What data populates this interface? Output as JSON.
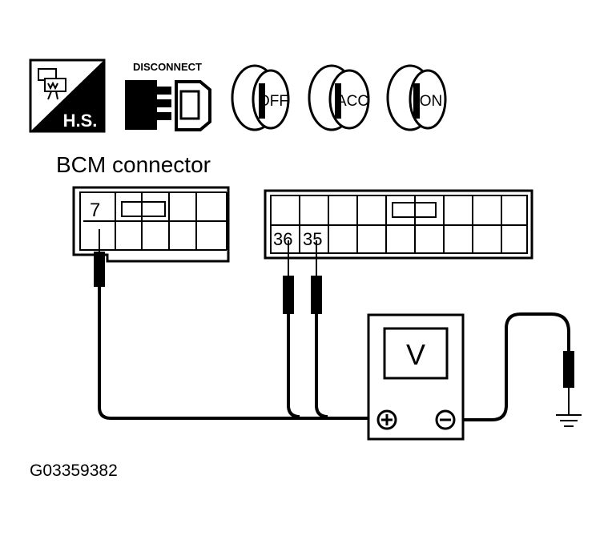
{
  "icons": {
    "harness_label": "H.S.",
    "disconnect_label": "DISCONNECT",
    "switch_positions": [
      "OFF",
      "ACC",
      "ON"
    ]
  },
  "connector_title": "BCM connector",
  "terminals": {
    "left": "7",
    "right_a": "36",
    "right_b": "35"
  },
  "meter": {
    "display": "V",
    "positive": "⊕",
    "negative": "⊖"
  },
  "figure_code": "G03359382"
}
